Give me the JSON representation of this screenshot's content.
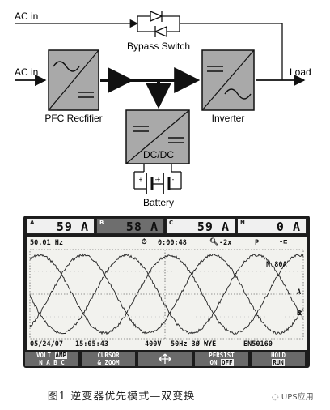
{
  "diagram": {
    "ac_in_top": "AC in",
    "ac_in_main": "AC in",
    "bypass_switch": "Bypass Switch",
    "load": "Load",
    "pfc_rectifier": "PFC Recfifier",
    "inverter": "Inverter",
    "dcdc": "DC/DC",
    "battery": "Battery",
    "battery_plus_1": "+",
    "battery_minus_1": "-",
    "battery_plus_2": "+",
    "battery_minus_2": "-"
  },
  "scope": {
    "channels": [
      {
        "id": "A",
        "value": "59 A"
      },
      {
        "id": "B",
        "value": "58 A"
      },
      {
        "id": "C",
        "value": "59 A"
      },
      {
        "id": "N",
        "value": "0 A"
      }
    ],
    "frequency": "50.01 Hz",
    "timer": "0:00:48",
    "zoom": "-2x",
    "status_p": "P",
    "range_label": "N  80A",
    "marker_right_1": "A",
    "marker_right_2": "B",
    "date": "05/24/07",
    "time": "15:05:43",
    "voltage": "400V",
    "config": "50Hz 3Ø WYE",
    "standard": "EN50160",
    "softkeys": [
      {
        "top": "VOLT",
        "top_inv": "AMP",
        "bottom": "N A B C"
      },
      {
        "top": "CURSOR",
        "bottom": "& ZOOM"
      },
      {
        "top": "",
        "bottom": ""
      },
      {
        "top": "PERSIST",
        "bottom": "ON",
        "bottom_inv": "OFF"
      },
      {
        "top": "HOLD",
        "bottom_inv": "RUN"
      }
    ]
  },
  "caption": "图1   逆变器优先模式—双变换",
  "watermark": "UPS应用"
}
